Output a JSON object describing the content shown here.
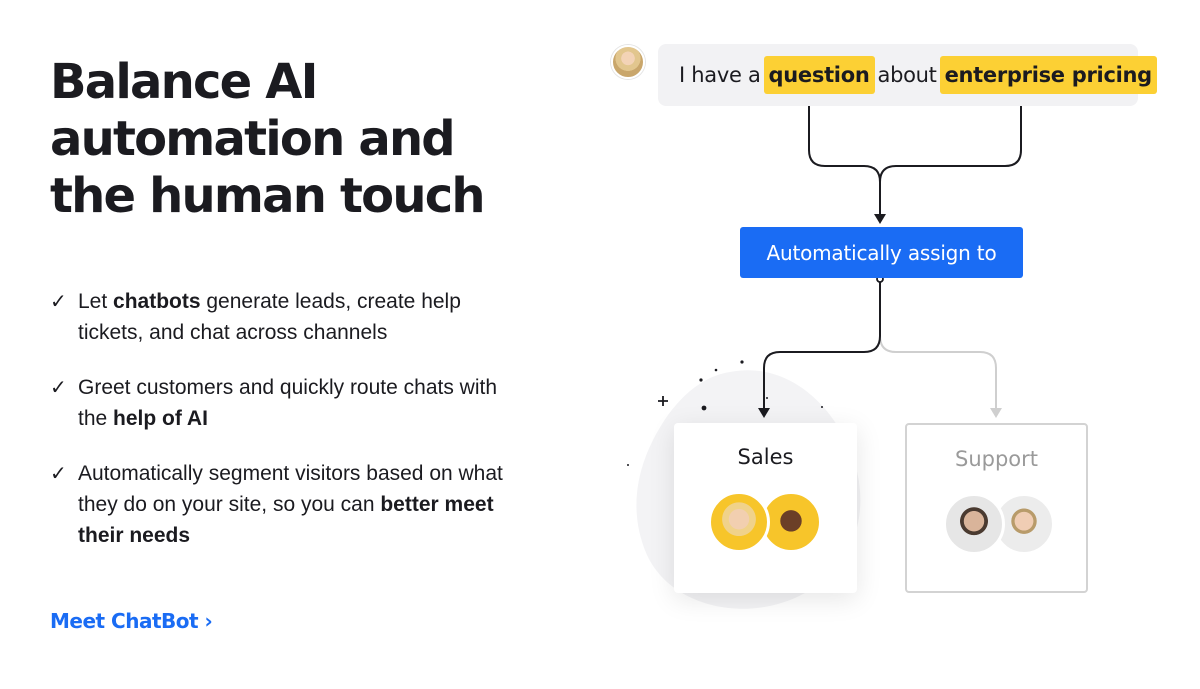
{
  "headline": {
    "line1": "Balance AI",
    "line2": "automation and",
    "line3": "the human touch"
  },
  "bullets": [
    {
      "check": "✓",
      "pre": "Let ",
      "bold": "chatbots",
      "post": " generate leads, create help tickets, and chat across channels"
    },
    {
      "check": "✓",
      "pre": "Greet customers and quickly route chats with the ",
      "bold": "help of AI",
      "post": ""
    },
    {
      "check": "✓",
      "pre": "Automatically segment visitors based on what they do on your site, so you can ",
      "bold": "better meet their needs",
      "post": ""
    }
  ],
  "cta": {
    "label": "Meet ChatBot ›"
  },
  "chat": {
    "t1": "I have a",
    "h1": "question",
    "t2": "about",
    "h2": "enterprise pricing"
  },
  "assign_label": "Automatically assign to",
  "teams": {
    "sales": "Sales",
    "support": "Support"
  },
  "colors": {
    "accent": "#1a6cf4",
    "highlight": "#fcd034",
    "text": "#1b1b20",
    "muted": "#9a9a9a"
  },
  "icons": {
    "check": "check-icon",
    "avatar": "avatar"
  }
}
